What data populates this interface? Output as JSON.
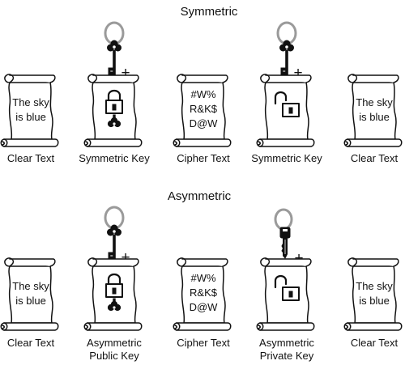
{
  "sections": [
    {
      "title": "Symmetric",
      "items": [
        {
          "kind": "clear",
          "text": [
            "The sky",
            "is blue"
          ],
          "caption": [
            "Clear Text"
          ]
        },
        {
          "kind": "lock",
          "plus": "+",
          "caption": [
            "Symmetric Key"
          ]
        },
        {
          "kind": "cipher",
          "text": [
            "#W%",
            "R&K$",
            "D@W"
          ],
          "caption": [
            "Cipher Text"
          ]
        },
        {
          "kind": "unlock",
          "plus": "+",
          "caption": [
            "Symmetric Key"
          ]
        },
        {
          "kind": "clear",
          "text": [
            "The sky",
            "is blue"
          ],
          "caption": [
            "Clear Text"
          ]
        }
      ]
    },
    {
      "title": "Asymmetric",
      "items": [
        {
          "kind": "clear",
          "text": [
            "The sky",
            "is blue"
          ],
          "caption": [
            "Clear Text"
          ]
        },
        {
          "kind": "lock",
          "plus": "+",
          "caption": [
            "Asymmetric",
            "Public Key"
          ]
        },
        {
          "kind": "cipher",
          "text": [
            "#W%",
            "R&K$",
            "D@W"
          ],
          "caption": [
            "Cipher Text"
          ]
        },
        {
          "kind": "unlock",
          "plus": "+",
          "key_style": "flat",
          "caption": [
            "Asymmetric",
            "Private Key"
          ]
        },
        {
          "kind": "clear",
          "text": [
            "The sky",
            "is blue"
          ],
          "caption": [
            "Clear Text"
          ]
        }
      ]
    }
  ]
}
